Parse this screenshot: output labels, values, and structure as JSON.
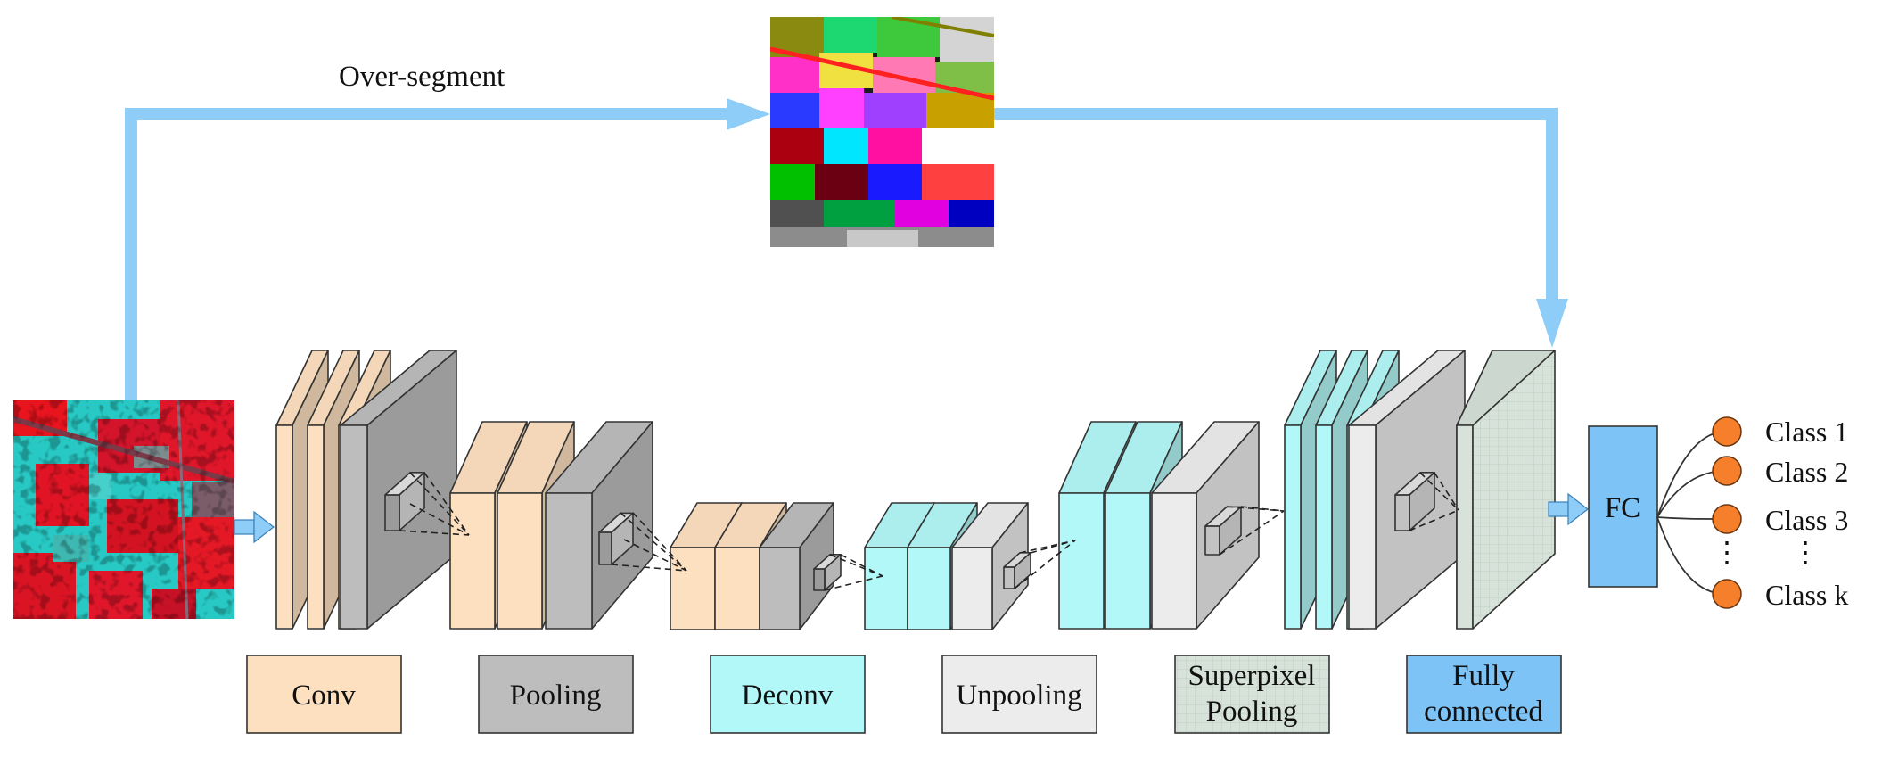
{
  "top": {
    "over_segment_label": "Over-segment"
  },
  "legend": {
    "conv": "Conv",
    "pooling": "Pooling",
    "deconv": "Deconv",
    "unpooling": "Unpooling",
    "superpixel_pooling_line1": "Superpixel",
    "superpixel_pooling_line2": "Pooling",
    "fully_connected_line1": "Fully",
    "fully_connected_line2": "connected"
  },
  "fc": {
    "label": "FC"
  },
  "classes": {
    "c1": "Class 1",
    "c2": "Class 2",
    "c3": "Class 3",
    "vdots": "⋮",
    "ck": "Class k"
  },
  "colors": {
    "conv": "#fde0c0",
    "pooling": "#bdbdbd",
    "deconv": "#b3f8f8",
    "unpooling": "#ececec",
    "superpixel_pooling": "#d6e2da",
    "fully_connected": "#7ec3f5",
    "flow_arrow": "#8ecdf7",
    "class_node": "#f57f2a"
  }
}
